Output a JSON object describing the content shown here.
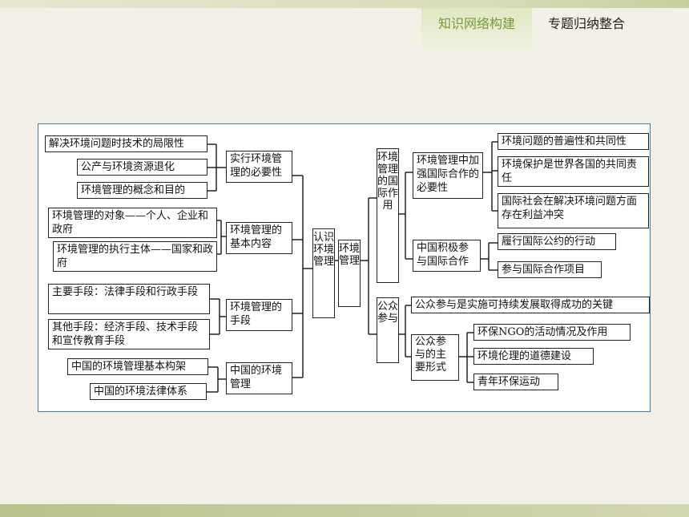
{
  "tabs": {
    "active": "知识网络构建",
    "other": "专题归纳整合"
  },
  "diagram": {
    "center": "认识环境管理",
    "root": "环境管理",
    "left": {
      "b1": {
        "label": "实行环境管理的必要性",
        "leaves": [
          "解决环境问题时技术的局限性",
          "公产与环境资源退化",
          "环境管理的概念和目的"
        ]
      },
      "b2": {
        "label": "环境管理的基本内容",
        "leaves": [
          "环境管理的对象——个人、企业和政府",
          "环境管理的执行主体——国家和政府"
        ]
      },
      "b3": {
        "label": "环境管理的手段",
        "leaves": [
          "主要手段：法律手段和行政手段",
          "其他手段：经济手段、技术手段和宣传教育手段"
        ]
      },
      "b4": {
        "label": "中国的环境管理",
        "leaves": [
          "中国的环境管理基本构架",
          "中国的环境法律体系"
        ]
      }
    },
    "right": {
      "intl": {
        "label": "环境管理的国际作用",
        "s1": {
          "label": "环境管理中加强国际合作的必要性",
          "leaves": [
            "环境问题的普遍性和共同性",
            "环境保护是世界各国的共同责任",
            "国际社会在解决环境问题方面存在利益冲突"
          ]
        },
        "s2": {
          "label": "中国积极参与国际合作",
          "leaves": [
            "履行国际公约的行动",
            "参与国际合作项目"
          ]
        }
      },
      "public": {
        "label": "公众参与",
        "key": "公众参与是实施可持续发展取得成功的关键",
        "forms": {
          "label": "公众参与的主要形式",
          "leaves": [
            "环保NGO的活动情况及作用",
            "环境伦理的道德建设",
            "青年环保运动"
          ]
        }
      }
    }
  }
}
